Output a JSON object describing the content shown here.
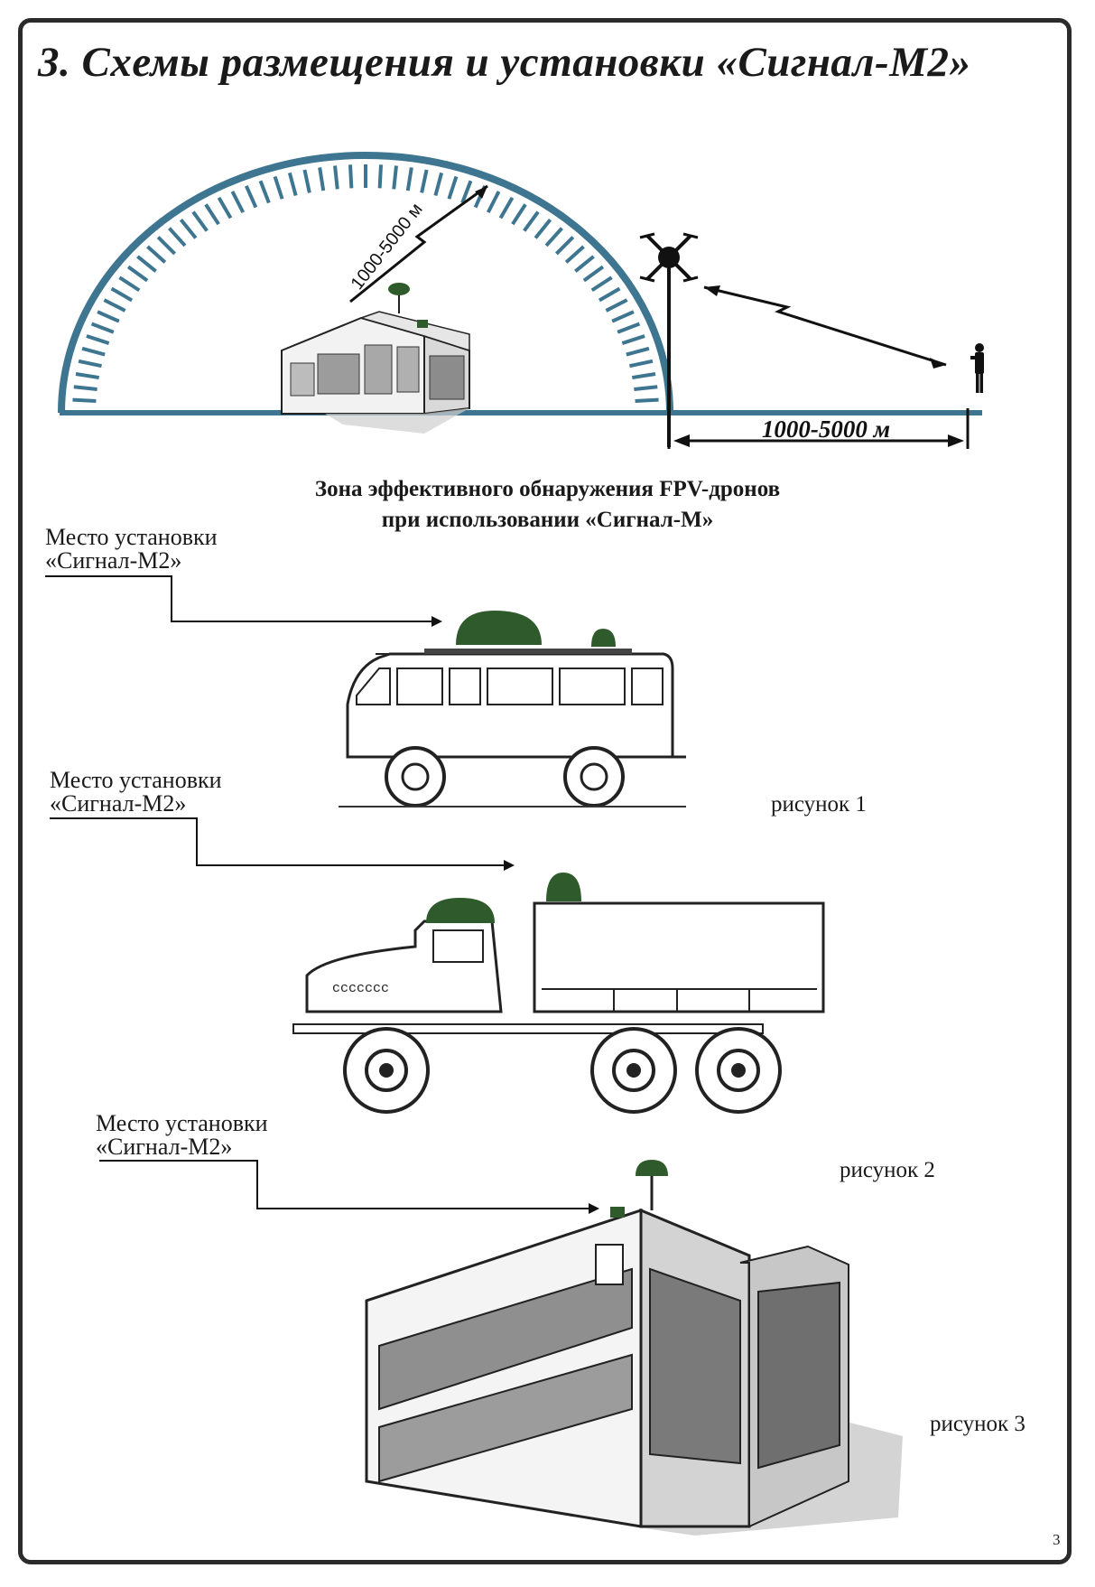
{
  "page": {
    "title": "3. Схемы размещения и установки «Сигнал-М2»",
    "page_number": "3"
  },
  "diagram": {
    "arc_range_label": "1000-5000 м",
    "ground_distance_label": "1000-5000 м",
    "caption_line1": "Зона эффективного обнаружения FPV-дронов",
    "caption_line2": "при использовании «Сигнал-М»"
  },
  "figures": [
    {
      "label_line1": "Место установки",
      "label_line2": "«Сигнал-М2»",
      "caption": "рисунок 1"
    },
    {
      "label_line1": "Место установки",
      "label_line2": "«Сигнал-М2»",
      "caption": "рисунок 2"
    },
    {
      "label_line1": "Место установки",
      "label_line2": "«Сигнал-М2»",
      "caption": "рисунок 3"
    }
  ],
  "colors": {
    "dome": "#3e7590",
    "antenna": "#2f5a2b",
    "ink": "#1a1a1a"
  }
}
